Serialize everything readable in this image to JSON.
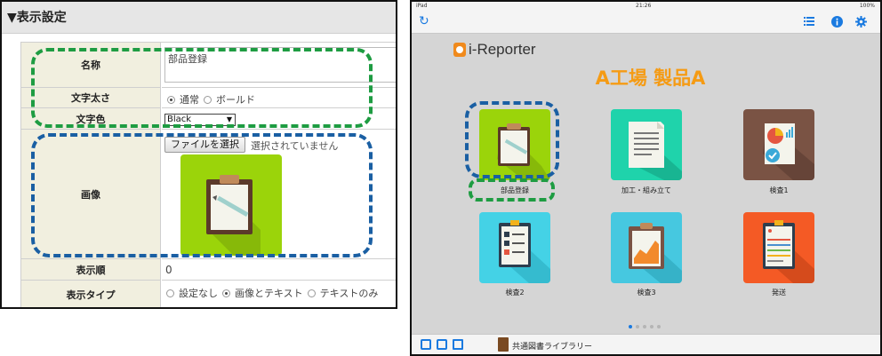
{
  "left": {
    "header_title": "▼表示設定",
    "rows": [
      {
        "label": "名称",
        "value": "部品登録"
      },
      {
        "label": "文字太さ",
        "options": [
          "通常",
          "ボールド"
        ],
        "selected": "通常"
      },
      {
        "label": "文字色",
        "value": "Black"
      },
      {
        "label": "画像",
        "file_button": "ファイルを選択",
        "file_status": "選択されていません"
      },
      {
        "label": "表示順",
        "value": "0"
      },
      {
        "label": "表示タイプ",
        "options": [
          "設定なし",
          "画像とテキスト",
          "テキストのみ"
        ],
        "selected": "画像とテキスト"
      }
    ]
  },
  "right": {
    "status": {
      "left": "iPad",
      "time": "21:26",
      "battery": "100%"
    },
    "brand": "i-Reporter",
    "title": "A工場 製品A",
    "tiles": [
      {
        "label": "部品登録",
        "color": "#9bd40a",
        "icon": "clipboard-pencil-icon"
      },
      {
        "label": "加工・組み立て",
        "color": "#1fd3ab",
        "icon": "document-lines-icon"
      },
      {
        "label": "検査1",
        "color": "#7a5344",
        "icon": "report-chart-check-icon"
      },
      {
        "label": "検査2",
        "color": "#44d2e6",
        "icon": "checklist-icon"
      },
      {
        "label": "検査3",
        "color": "#46c8e0",
        "icon": "clipboard-chart-icon"
      },
      {
        "label": "発送",
        "color": "#f45a25",
        "icon": "shipping-form-icon"
      }
    ],
    "library_label": "共通図書ライブラリー"
  },
  "colors": {
    "accent": "#1a7ae0",
    "title": "#f59b14",
    "highlight_green": "#1e9c42",
    "highlight_blue": "#1a5fa3"
  }
}
